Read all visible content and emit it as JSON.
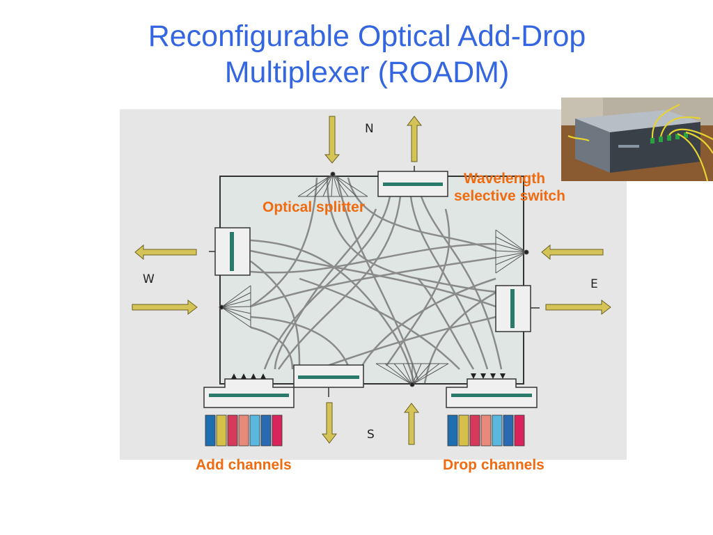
{
  "slide": {
    "title_line1": "Reconfigurable Optical Add-Drop",
    "title_line2": "Multiplexer (ROADM)"
  },
  "labels": {
    "optical_splitter": "Optical splitter",
    "wss_line1": "Wavelength",
    "wss_line2": "selective switch",
    "add_channels": "Add channels",
    "drop_channels": "Drop channels"
  },
  "directions": {
    "north": "N",
    "south": "S",
    "east": "E",
    "west": "W"
  },
  "colors": {
    "title": "#3366e0",
    "label": "#f06a10",
    "arrow": "#d4c458",
    "node_fill": "#dfe6e3",
    "bar": "#2a7a6a",
    "channels": [
      "#1f6fb0",
      "#d6c04a",
      "#d63a5a",
      "#e88a7a",
      "#5ab8e0",
      "#2a6ab0",
      "#d8245a"
    ]
  }
}
